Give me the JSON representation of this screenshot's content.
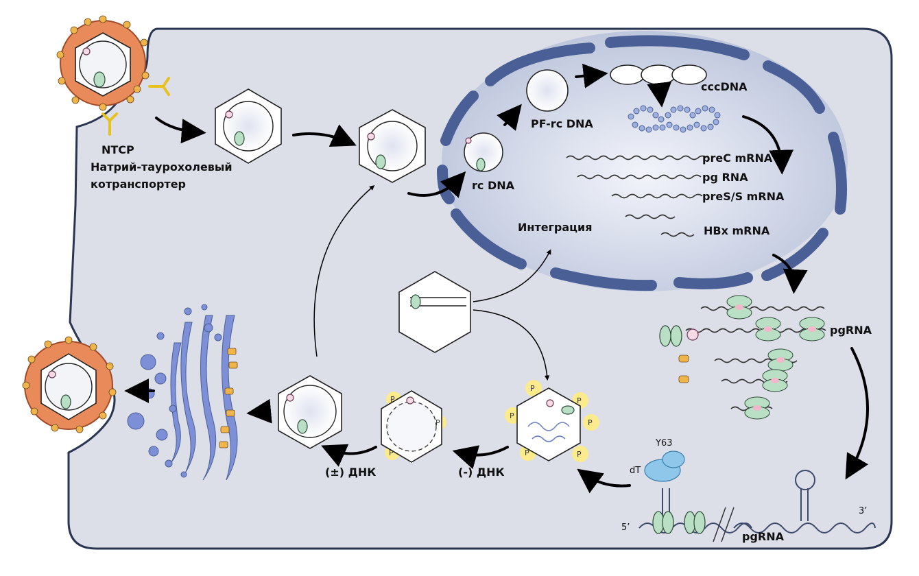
{
  "labels": {
    "ntcp": "NTCP",
    "ntcp_desc_1": "Натрий-таурохолевый",
    "ntcp_desc_2": "котранспортер",
    "rc_dna": "rc DNA",
    "pf_rc_dna": "PF-rc DNA",
    "cccdna": "cccDNA",
    "prec_mrna": "preC mRNA",
    "pg_rna": "pg RNA",
    "pres_mrna": "preS/S mRNA",
    "hbx_mrna": "HBx mRNA",
    "integration": "Интеграция",
    "pgrna_translation": "pgRNA",
    "pgrna_bottom": "pgRNA",
    "plus_minus_dna": "(±)  ДНК",
    "minus_dna": "(-) ДНК",
    "y63": "Y63",
    "dt": "dT",
    "five_prime": "5’",
    "three_prime": "3’",
    "phospho_p": "P"
  },
  "colors": {
    "cell_fill": "#dcdee8",
    "cell_stroke": "#2a3552",
    "nucleus_membrane": "#4a5f95",
    "nucleus_fill": "#c9d0e2",
    "golgi": "#7d8fd6",
    "envelope": "#e88a5a",
    "polymerase": "#b9dfc4",
    "ntcp": "#e7c21e",
    "phosphate": "#fbeb8c",
    "ribosome_pink": "#f1b8cb"
  }
}
